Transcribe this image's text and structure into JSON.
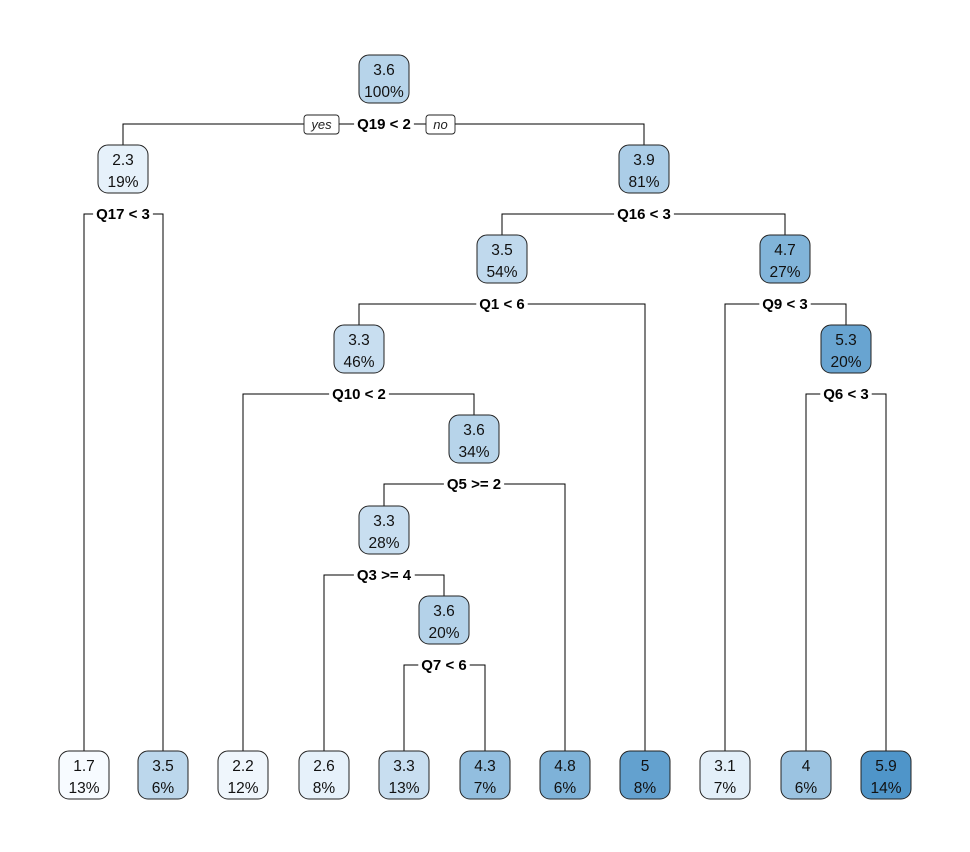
{
  "diagram": {
    "type": "regression-tree",
    "root_labels": {
      "yes": "yes",
      "no": "no"
    },
    "color_scale": {
      "low": "#f7fbff",
      "high": "#4f95c9"
    },
    "nodes": [
      {
        "id": "n1",
        "value": "3.6",
        "percent": "100%",
        "split": "Q19 < 2",
        "shade": 0.38
      },
      {
        "id": "n2",
        "value": "2.3",
        "percent": "19%",
        "split": "Q17 < 3",
        "shade": 0.1
      },
      {
        "id": "n3",
        "value": "3.9",
        "percent": "81%",
        "split": "Q16 < 3",
        "shade": 0.45
      },
      {
        "id": "n6",
        "value": "3.5",
        "percent": "54%",
        "split": "Q1 < 6",
        "shade": 0.33
      },
      {
        "id": "n7",
        "value": "4.7",
        "percent": "27%",
        "split": "Q9 < 3",
        "shade": 0.7
      },
      {
        "id": "n12",
        "value": "3.3",
        "percent": "46%",
        "split": "Q10 < 2",
        "shade": 0.28
      },
      {
        "id": "n15",
        "value": "5.3",
        "percent": "20%",
        "split": "Q6 < 3",
        "shade": 0.85
      },
      {
        "id": "n25",
        "value": "3.6",
        "percent": "34%",
        "split": "Q5 >= 2",
        "shade": 0.38
      },
      {
        "id": "n50",
        "value": "3.3",
        "percent": "28%",
        "split": "Q3 >= 4",
        "shade": 0.28
      },
      {
        "id": "n101",
        "value": "3.6",
        "percent": "20%",
        "split": "Q7 < 6",
        "shade": 0.4
      },
      {
        "id": "l1",
        "value": "1.7",
        "percent": "13%",
        "shade": 0.0
      },
      {
        "id": "l2",
        "value": "3.5",
        "percent": "6%",
        "shade": 0.35
      },
      {
        "id": "l3",
        "value": "2.2",
        "percent": "12%",
        "shade": 0.05
      },
      {
        "id": "l4",
        "value": "2.6",
        "percent": "8%",
        "shade": 0.1
      },
      {
        "id": "l5",
        "value": "3.3",
        "percent": "13%",
        "shade": 0.28
      },
      {
        "id": "l6",
        "value": "4.3",
        "percent": "7%",
        "shade": 0.6
      },
      {
        "id": "l7",
        "value": "4.8",
        "percent": "6%",
        "shade": 0.72
      },
      {
        "id": "l8",
        "value": "5",
        "percent": "8%",
        "shade": 0.88
      },
      {
        "id": "l9",
        "value": "3.1",
        "percent": "7%",
        "shade": 0.12
      },
      {
        "id": "l10",
        "value": "4",
        "percent": "6%",
        "shade": 0.55
      },
      {
        "id": "l11",
        "value": "5.9",
        "percent": "14%",
        "shade": 1.0
      }
    ],
    "edges": [
      [
        "n1",
        "n2"
      ],
      [
        "n1",
        "n3"
      ],
      [
        "n2",
        "l1"
      ],
      [
        "n2",
        "l2"
      ],
      [
        "n3",
        "n6"
      ],
      [
        "n3",
        "n7"
      ],
      [
        "n6",
        "n12"
      ],
      [
        "n6",
        "l8"
      ],
      [
        "n7",
        "l9"
      ],
      [
        "n7",
        "n15"
      ],
      [
        "n12",
        "l3"
      ],
      [
        "n12",
        "n25"
      ],
      [
        "n15",
        "l10"
      ],
      [
        "n15",
        "l11"
      ],
      [
        "n25",
        "n50"
      ],
      [
        "n25",
        "l7"
      ],
      [
        "n50",
        "l4"
      ],
      [
        "n50",
        "n101"
      ],
      [
        "n101",
        "l5"
      ],
      [
        "n101",
        "l6"
      ]
    ]
  }
}
